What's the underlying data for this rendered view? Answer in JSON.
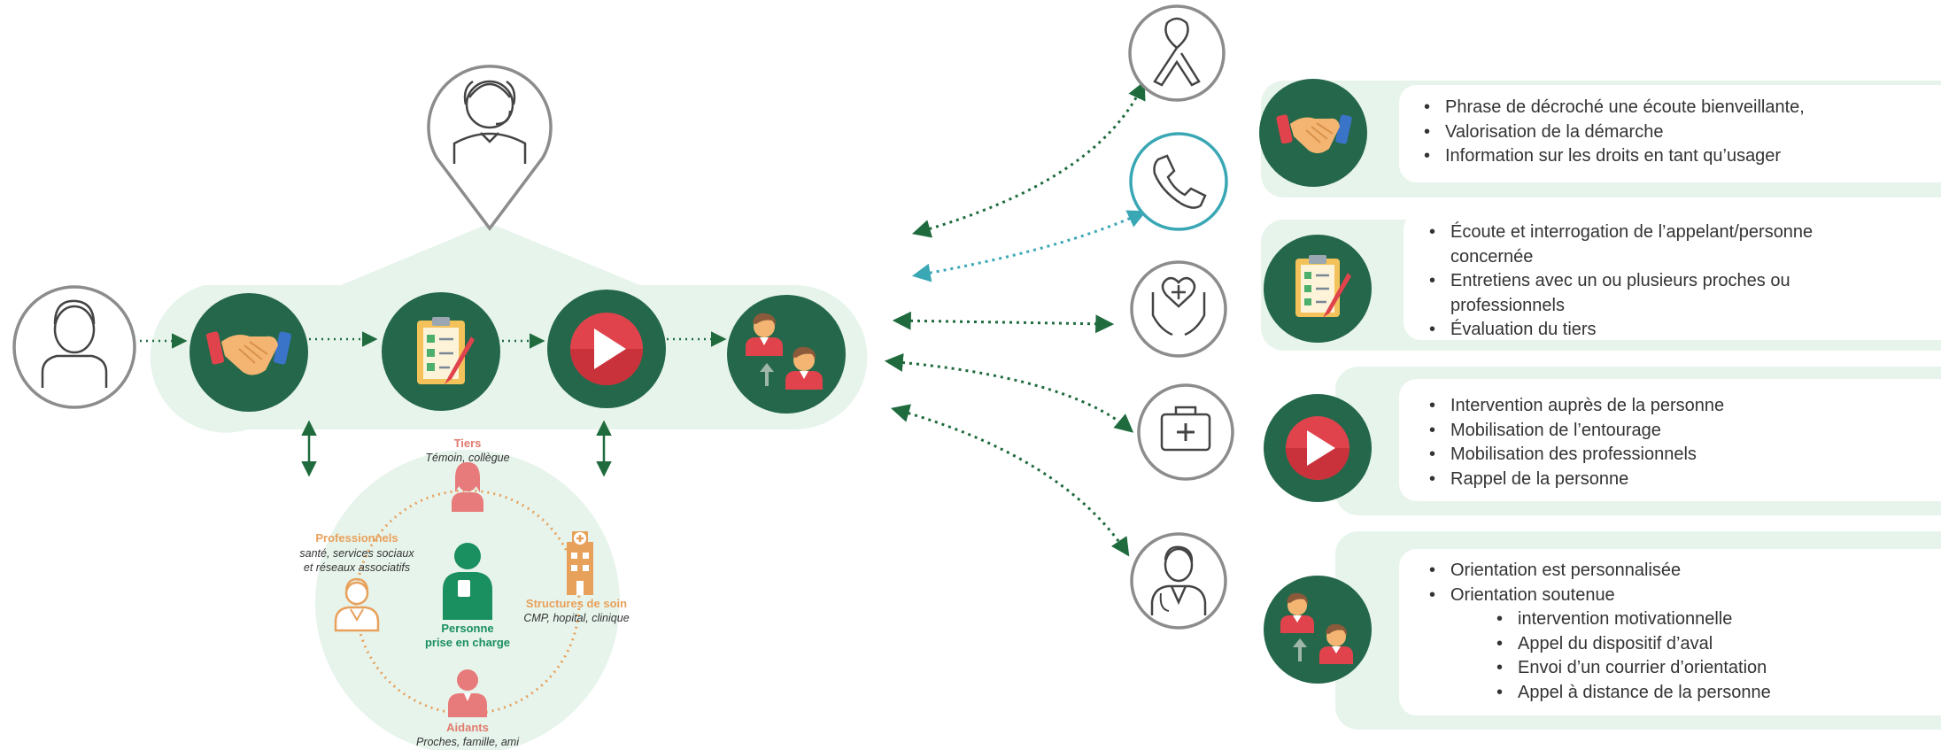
{
  "circle": {
    "tiers": {
      "title": "Tiers",
      "desc": "Témoin, collègue"
    },
    "professionnels": {
      "title": "Professionnels",
      "desc_line1": "santé, services sociaux",
      "desc_line2": "et réseaux associatifs"
    },
    "structures": {
      "title": "Structures de soin",
      "desc": "CMP, hopital, clinique"
    },
    "aidants": {
      "title": "Aidants",
      "desc": "Proches, famille, ami"
    },
    "center": {
      "line1": "Personne",
      "line2": "prise en charge"
    }
  },
  "cards": [
    {
      "items": [
        {
          "text": "Phrase de décroché une écoute bienveillante,"
        },
        {
          "text": "Valorisation de la démarche"
        },
        {
          "text": "Information sur les droits en tant qu’usager"
        }
      ]
    },
    {
      "items": [
        {
          "text": "Écoute et interrogation de l’appelant/personne concernée"
        },
        {
          "text": "Entretiens avec un ou plusieurs proches ou professionnels"
        },
        {
          "text": "Évaluation du tiers"
        }
      ]
    },
    {
      "items": [
        {
          "text": "Intervention auprès de la personne"
        },
        {
          "text": "Mobilisation de l’entourage"
        },
        {
          "text": "Mobilisation des professionnels"
        },
        {
          "text": "Rappel de la personne"
        }
      ]
    },
    {
      "items": [
        {
          "text": "Orientation est personnalisée"
        },
        {
          "text": "Orientation soutenue"
        },
        {
          "text": "intervention motivationnelle",
          "sub": true
        },
        {
          "text": "Appel du dispositif d’aval",
          "sub": true
        },
        {
          "text": "Envoi d’un courrier d’orientation",
          "sub": true
        },
        {
          "text": "Appel à distance de la personne",
          "sub": true
        }
      ]
    }
  ],
  "colors": {
    "dark_green": "#24674a",
    "light_green": "#e7f4ec",
    "arrow_green": "#1f6b3e",
    "teal": "#3aa7b5",
    "grey_outline": "#8c8c8c",
    "orange": "#e8a15b",
    "red": "#e0434c"
  },
  "icons": [
    "person-icon",
    "headset-operator-icon",
    "handshake-icon",
    "checklist-icon",
    "play-icon",
    "group-orientation-icon",
    "awareness-ribbon-icon",
    "phone-icon",
    "care-hands-icon",
    "first-aid-kit-icon",
    "doctor-icon"
  ]
}
